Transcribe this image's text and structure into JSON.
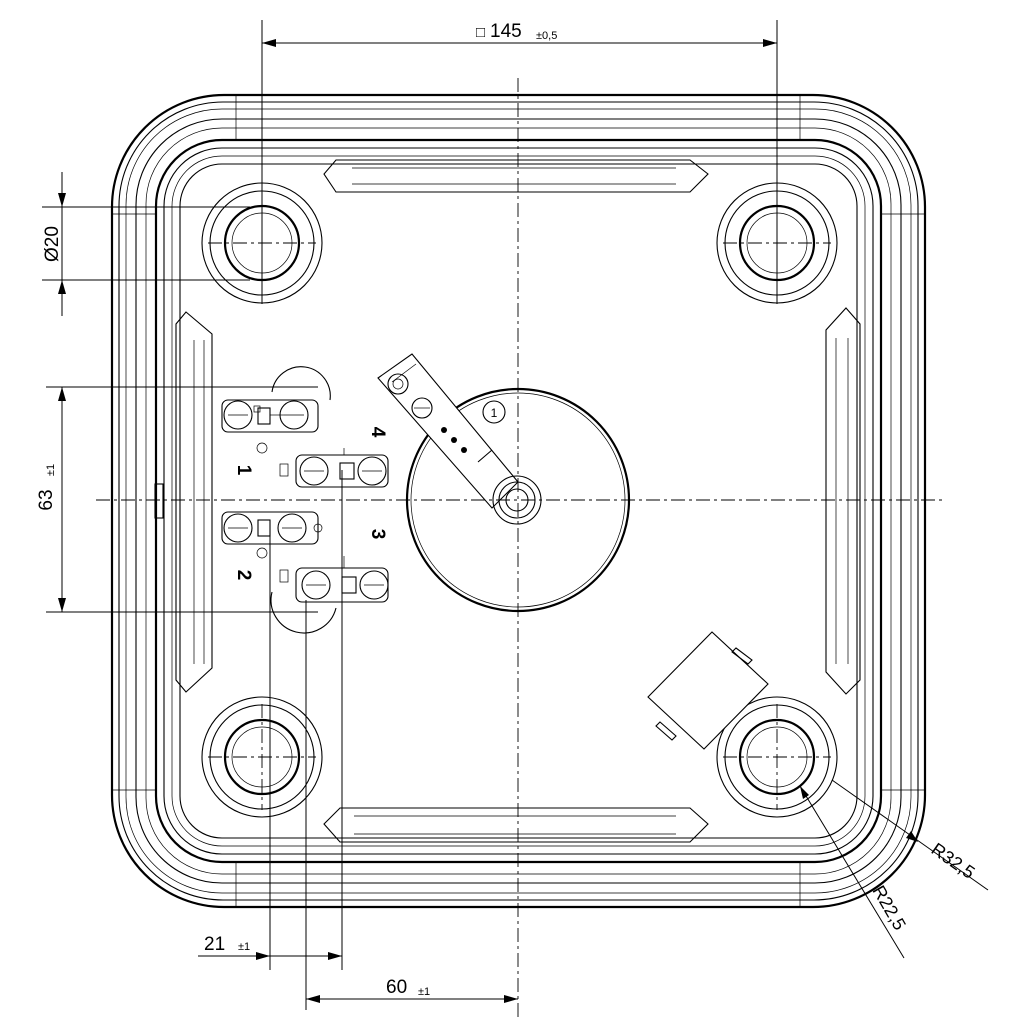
{
  "dimensions": {
    "square_symbol": "□",
    "width": "145",
    "width_tol": "±0,5",
    "diameter": "Ø20",
    "vertical": "63",
    "vertical_tol": "±1",
    "offset_small": "21",
    "offset_small_tol": "±1",
    "offset_large": "60",
    "offset_large_tol": "±1",
    "radius_outer": "R32,5",
    "radius_inner": "R22,5"
  },
  "terminals": {
    "label_1": "1",
    "label_2": "2",
    "label_3": "3",
    "label_4": "4",
    "item_ref": "1"
  }
}
